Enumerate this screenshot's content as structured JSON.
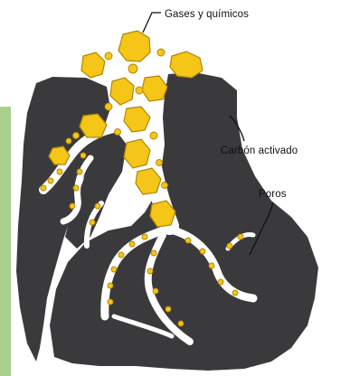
{
  "labels": {
    "gases": "Gases y químicos",
    "carbon": "Carbón activado",
    "pores": "Poros"
  },
  "colors": {
    "side_bar": "#a8d08d",
    "carbon": "#3a3a3c",
    "pores": "#ffffff",
    "particles": "#f5c518",
    "particle_outline": "#b08600"
  }
}
